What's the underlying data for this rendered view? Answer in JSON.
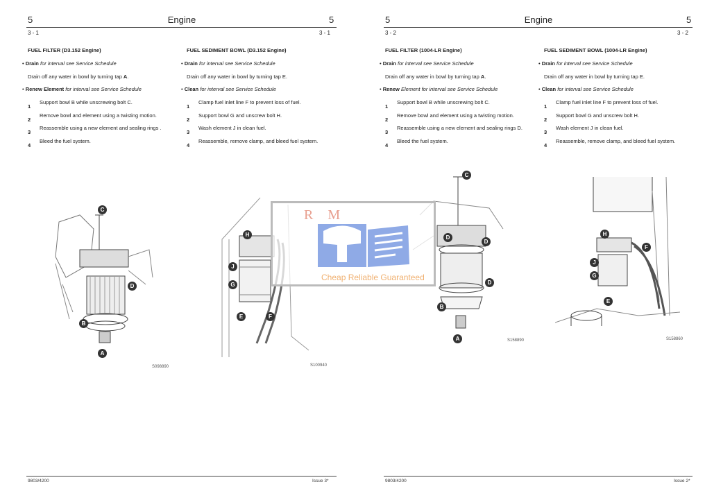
{
  "pages": [
    {
      "section_left": "5",
      "section_right": "5",
      "title": "Engine",
      "page_left": "3 - 1",
      "page_right": "3 - 1",
      "col1": {
        "heading": "FUEL FILTER (D3.152 Engine)",
        "drain_bold": "Drain",
        "drain_italic": "for interval see Service Schedule",
        "drain_text": "Drain off any water in bowl by turning tap ",
        "drain_tap": "A",
        "renew_bold": "Renew Element",
        "renew_italic": "for interval see Service Schedule",
        "steps": [
          {
            "n": "1",
            "text": "Support bowl B while unscrewing bolt C."
          },
          {
            "n": "2",
            "text": "Remove bowl and element using a twisting motion."
          },
          {
            "n": "3",
            "text": "Reassemble using a new element and sealing rings ."
          },
          {
            "n": "4",
            "text": "Bleed the fuel system."
          }
        ],
        "figure_code": "S098890",
        "callouts": [
          "C",
          "D",
          "B",
          "A"
        ]
      },
      "col2": {
        "heading": "FUEL SEDIMENT BOWL (D3.152 Engine)",
        "drain_bold": "Drain",
        "drain_italic": "for interval see Service Schedule",
        "drain_text": "Drain off any water in bowl by turning tap E.",
        "clean_bold": "Clean",
        "clean_italic": "for interval see Service Schedule",
        "steps": [
          {
            "n": "1",
            "text": "Clamp fuel inlet line F to prevent loss of fuel."
          },
          {
            "n": "2",
            "text": "Support bowl G and unscrew bolt H."
          },
          {
            "n": "3",
            "text": "Wash element J in clean fuel."
          },
          {
            "n": "4",
            "text": "Reassemble, remove clamp, and bleed fuel system."
          }
        ],
        "figure_code": "S100940",
        "callouts": [
          "H",
          "J",
          "G",
          "E",
          "F"
        ]
      },
      "footer_left": "9803/4200",
      "footer_right": "Issue 3*"
    },
    {
      "section_left": "5",
      "section_right": "5",
      "title": "Engine",
      "page_left": "3 - 2",
      "page_right": "3 - 2",
      "col1": {
        "heading": "FUEL FILTER (1004-LR Engine)",
        "drain_bold": "Drain",
        "drain_italic": "for interval see Service Schedule",
        "drain_text": "Drain off any water in bowl by turning tap ",
        "drain_tap": "A",
        "renew_bold": "Renew",
        "renew_italic": "Element for interval see Service Schedule",
        "steps": [
          {
            "n": "1",
            "text": "Support bowl B while unscrewing bolt C."
          },
          {
            "n": "2",
            "text": "Remove bowl and element using a twisting motion."
          },
          {
            "n": "3",
            "text": "Reassemble using a new element and sealing rings D."
          },
          {
            "n": "4",
            "text": "Bleed the fuel system."
          }
        ],
        "figure_code": "S158890",
        "callouts": [
          "C",
          "D",
          "D",
          "D",
          "B",
          "A"
        ]
      },
      "col2": {
        "heading": "FUEL SEDIMENT BOWL (1004-LR Engine)",
        "drain_bold": "Drain",
        "drain_italic": "for interval see Service Schedule",
        "drain_text": "Drain off any water in bowl by turning tap E.",
        "clean_bold": "Clean",
        "clean_italic": "for interval see Service Schedule",
        "steps": [
          {
            "n": "1",
            "text": "Clamp fuel inlet line F to prevent loss of fuel."
          },
          {
            "n": "2",
            "text": "Support bowl G and unscrew bolt H."
          },
          {
            "n": "3",
            "text": "Wash element J in clean fuel."
          },
          {
            "n": "4",
            "text": "Reassemble, remove clamp, and bleed fuel system."
          }
        ],
        "figure_code": "S158860",
        "callouts": [
          "H",
          "F",
          "J",
          "G",
          "E"
        ]
      },
      "footer_left": "9803/4200",
      "footer_right": "Issue 2*"
    }
  ],
  "watermark": {
    "logo_text": "R M",
    "tagline": "Cheap Reliable Guaranteed",
    "colors": {
      "logo": "#e8a090",
      "tagline": "#f0b070",
      "icon": "#7f9ee0"
    }
  }
}
